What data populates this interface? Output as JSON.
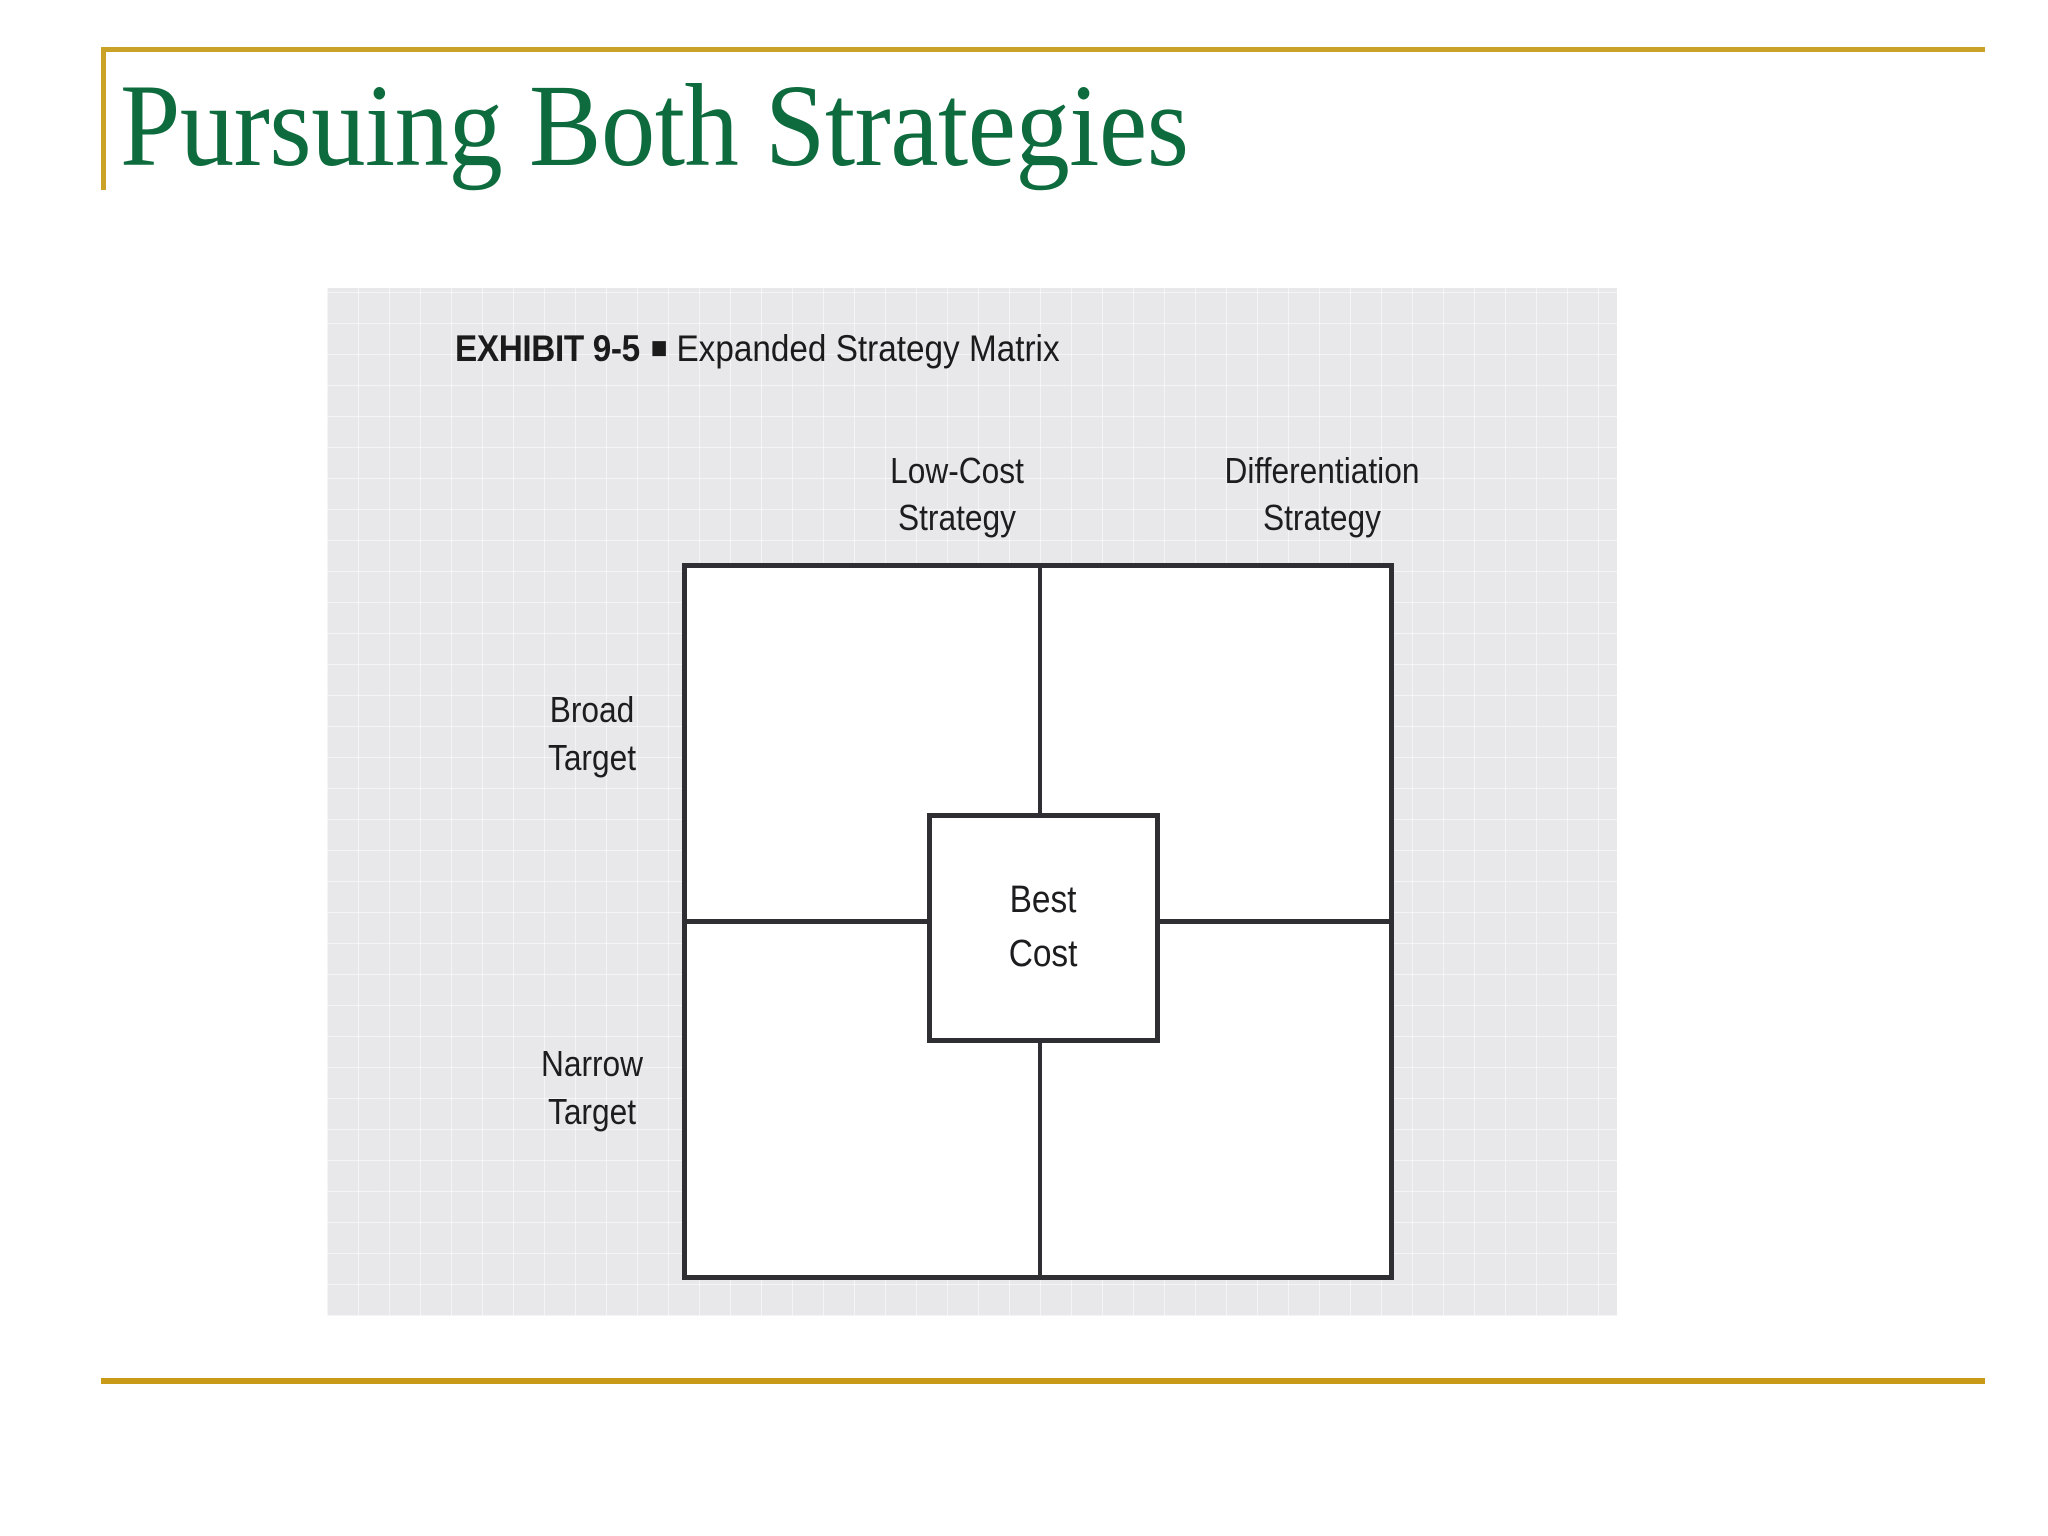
{
  "slide": {
    "title": "Pursuing Both Strategies",
    "background_color": "#ffffff",
    "accent_color": "#c9a227",
    "title_color": "#0d6b3d"
  },
  "exhibit": {
    "label": "EXHIBIT 9-5",
    "bullet": "■",
    "caption": "Expanded Strategy Matrix",
    "panel_color": "#e8e8ea",
    "line_color": "#2f2f33"
  },
  "matrix": {
    "columns": [
      {
        "line1": "Low-Cost",
        "line2": "Strategy"
      },
      {
        "line1": "Differentiation",
        "line2": "Strategy"
      }
    ],
    "rows": [
      {
        "line1": "Broad",
        "line2": "Target"
      },
      {
        "line1": "Narrow",
        "line2": "Target"
      }
    ],
    "center": {
      "line1": "Best",
      "line2": "Cost"
    },
    "quadrants": [
      {
        "row": "Broad Target",
        "column": "Low-Cost Strategy",
        "label": ""
      },
      {
        "row": "Broad Target",
        "column": "Differentiation Strategy",
        "label": ""
      },
      {
        "row": "Narrow Target",
        "column": "Low-Cost Strategy",
        "label": ""
      },
      {
        "row": "Narrow Target",
        "column": "Differentiation Strategy",
        "label": ""
      }
    ]
  }
}
